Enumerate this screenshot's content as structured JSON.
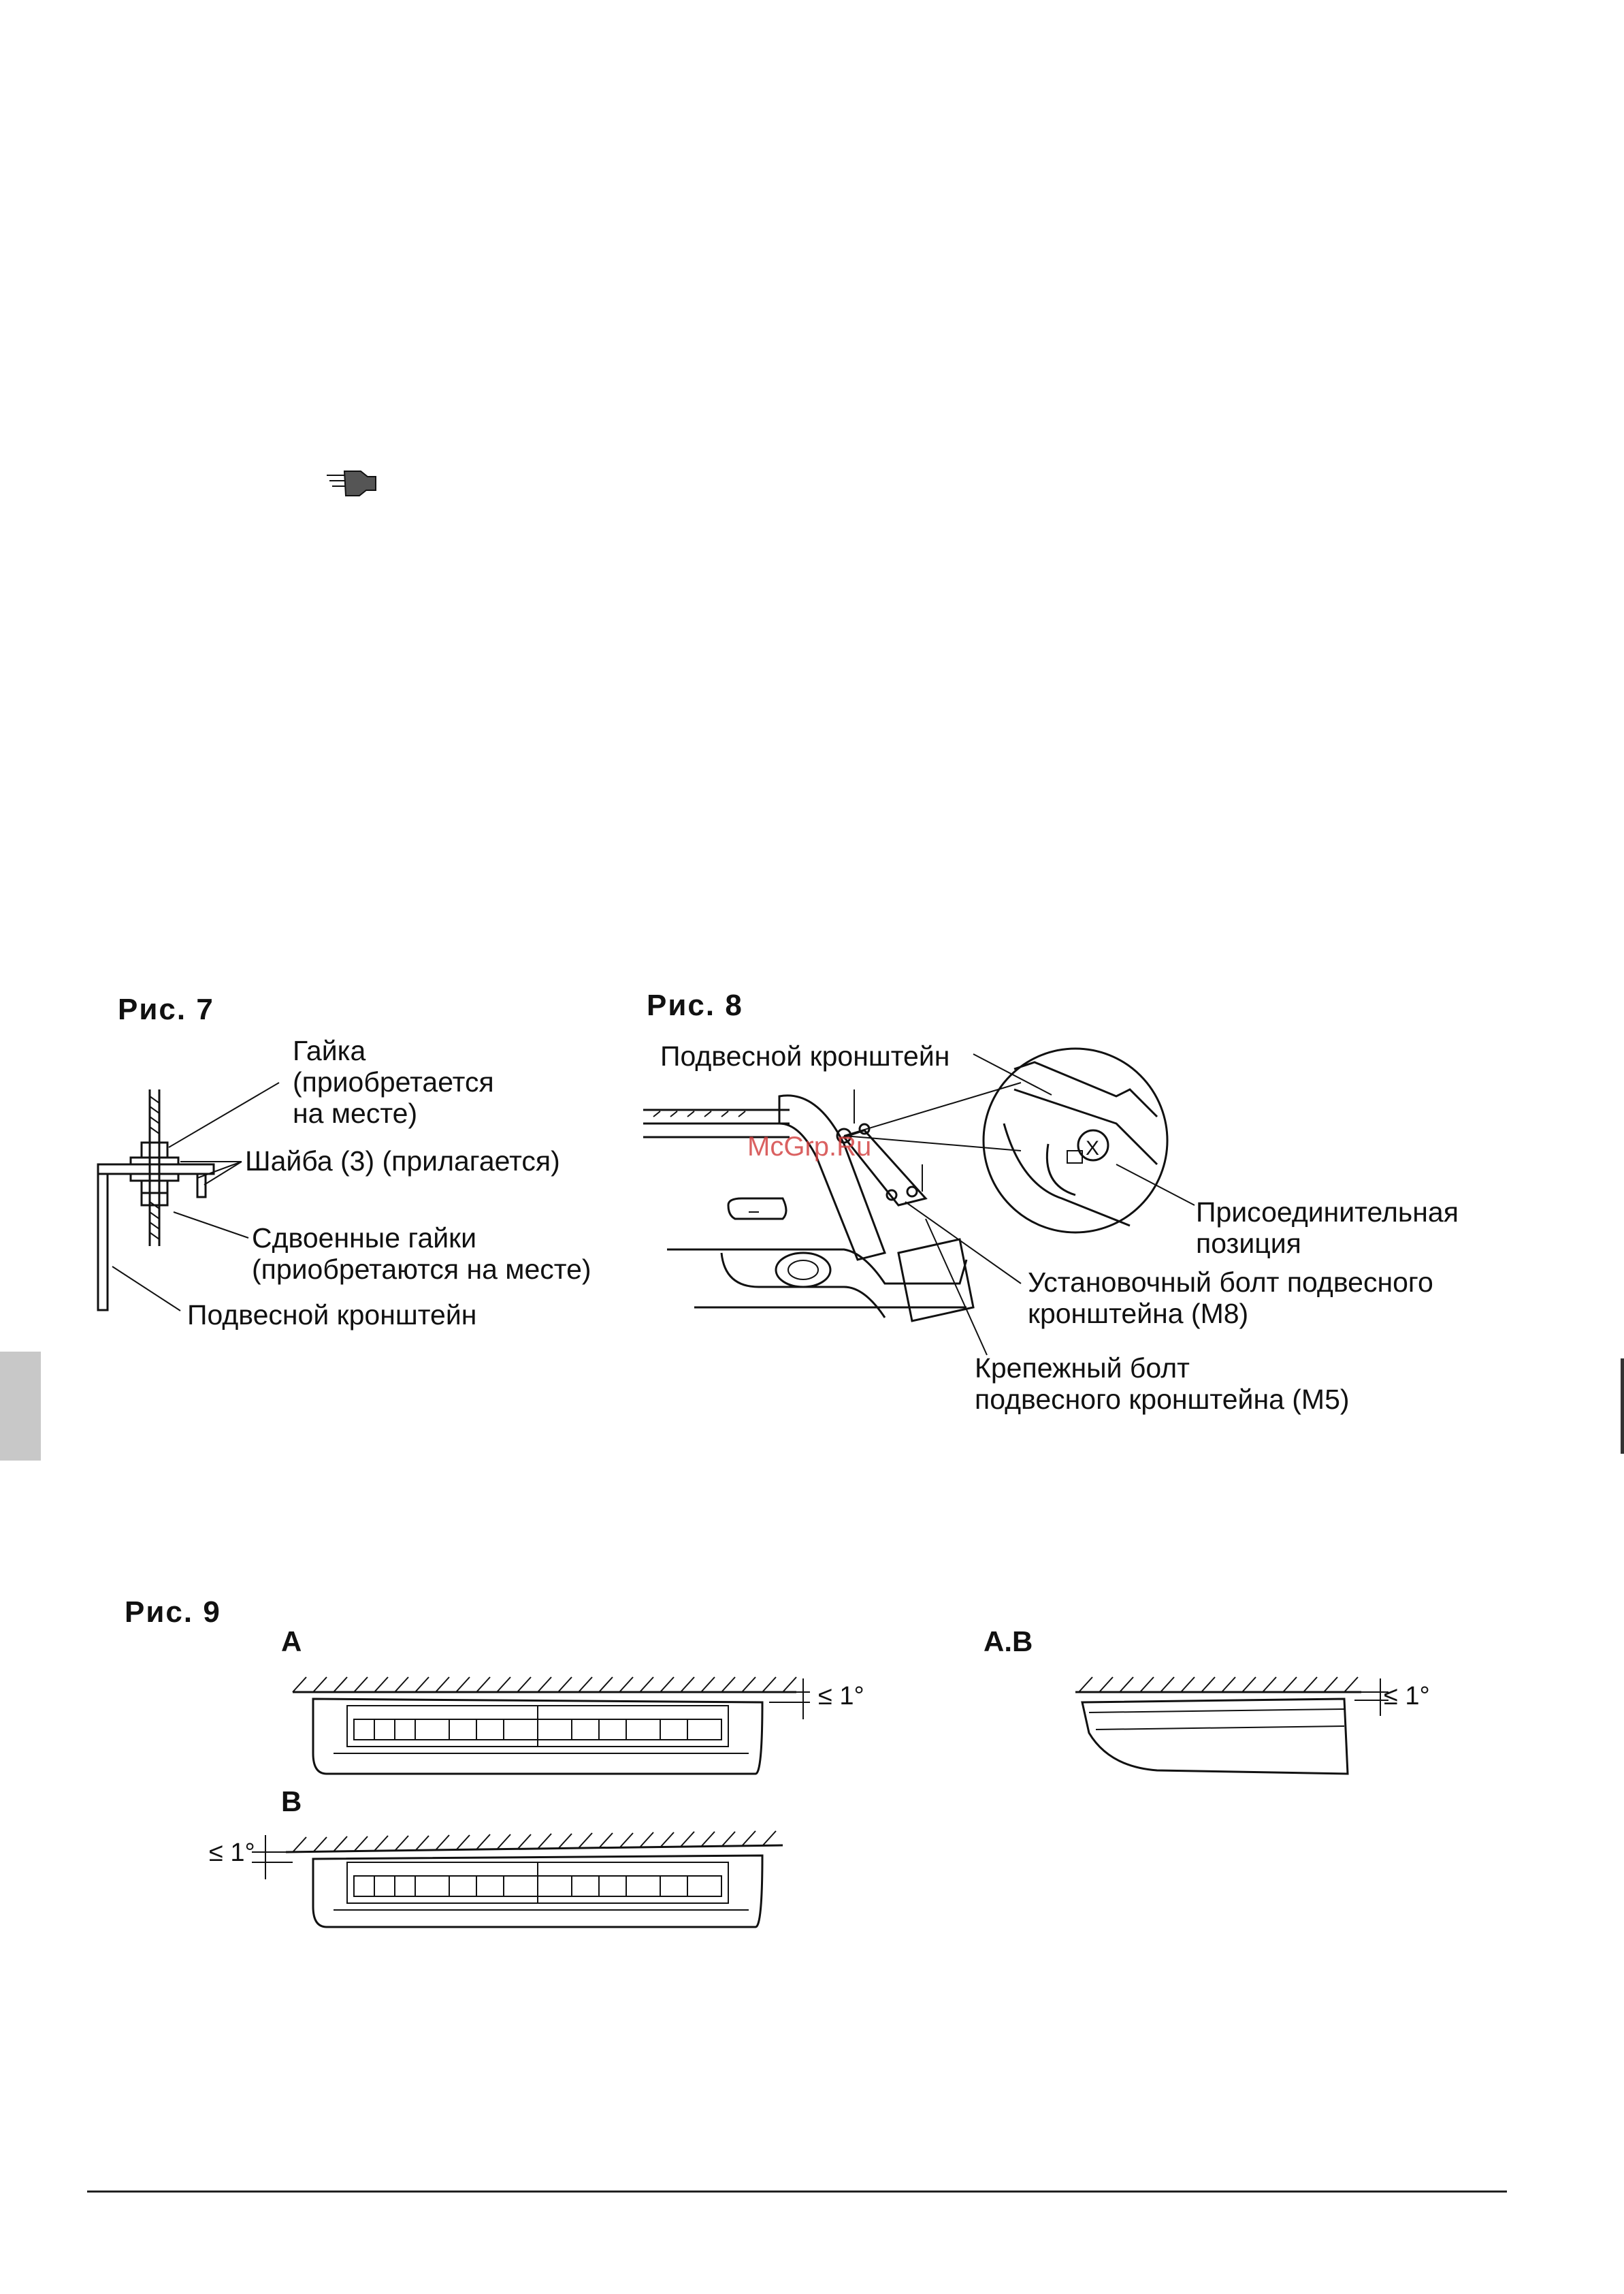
{
  "fig7": {
    "title": "Рис. 7",
    "label_nut": [
      "Гайка",
      "(приобретается",
      "на месте)"
    ],
    "label_washer": "Шайба (3) (прилагается)",
    "label_double_nuts": [
      "Сдвоенные гайки",
      "(приобретаются на месте)"
    ],
    "label_bracket": "Подвесной кронштейн"
  },
  "fig8": {
    "title": "Рис. 8",
    "label_bracket": "Подвесной кронштейн",
    "label_connection": [
      "Присоединительная",
      "позиция"
    ],
    "label_mount_bolt": [
      "Установочный болт подвесного",
      "кронштейна (M8)"
    ],
    "label_fix_bolt": [
      "Крепежный болт",
      "подвесного кронштейна (M5)"
    ],
    "watermark": "McGrp.Ru"
  },
  "fig9": {
    "title": "Рис. 9",
    "label_a": "A",
    "label_b": "B",
    "label_ab": "A.B",
    "angle": "≤ 1°"
  }
}
